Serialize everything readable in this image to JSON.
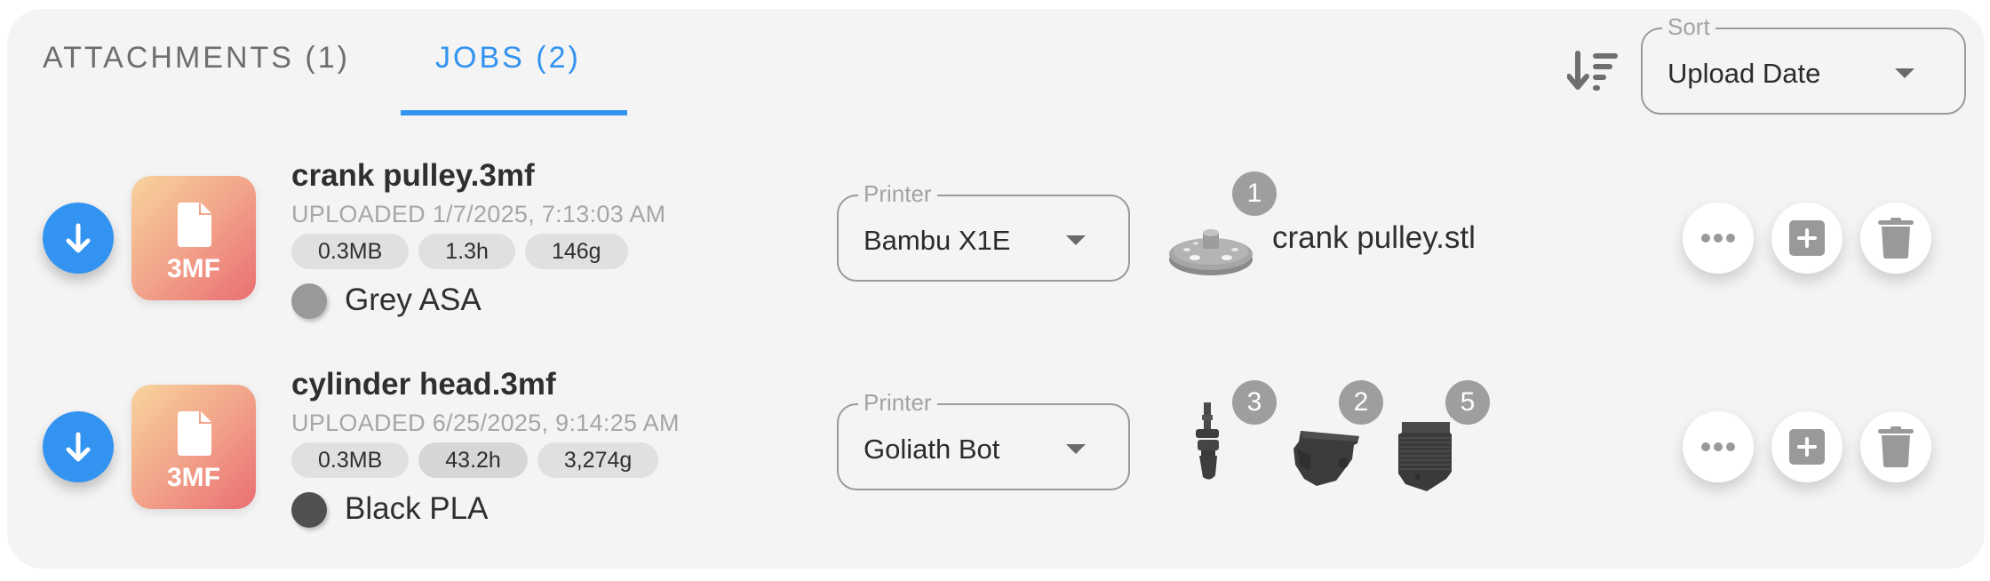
{
  "tabs": [
    {
      "label": "ATTACHMENTS (1)",
      "active": false
    },
    {
      "label": "JOBS (2)",
      "active": true
    }
  ],
  "colors": {
    "accent": "#3393f0",
    "card_background": "#f4f4f4",
    "chip_background": "#e0e0e0",
    "badge_background": "#9e9e9e",
    "icon_grey": "#999999",
    "file_tile_gradient": [
      "#f8d49e",
      "#f2a48a",
      "#ea6e72"
    ]
  },
  "sort": {
    "icon": "sort-descending-icon",
    "label": "Sort",
    "value": "Upload Date"
  },
  "jobs": [
    {
      "file_type": "3MF",
      "title": "crank pulley.3mf",
      "uploaded": "UPLOADED 1/7/2025, 7:13:03 AM",
      "chips": [
        "0.3MB",
        "1.3h",
        "146g"
      ],
      "material": {
        "name": "Grey ASA",
        "color": "#999999"
      },
      "printer": {
        "label": "Printer",
        "value": "Bambu X1E"
      },
      "parts": [
        {
          "name": "crank pulley.stl",
          "count": "1",
          "thumbnail": "crank-pulley-model"
        }
      ],
      "actions": [
        "more-options",
        "add-to-queue",
        "delete"
      ]
    },
    {
      "file_type": "3MF",
      "title": "cylinder head.3mf",
      "uploaded": "UPLOADED 6/25/2025, 9:14:25 AM",
      "chips": [
        "0.3MB",
        "43.2h",
        "3,274g"
      ],
      "material": {
        "name": "Black PLA",
        "color": "#505050"
      },
      "printer": {
        "label": "Printer",
        "value": "Goliath Bot"
      },
      "parts": [
        {
          "count": "3",
          "thumbnail": "crankshaft-model"
        },
        {
          "count": "2",
          "thumbnail": "cylinder-head-model"
        },
        {
          "count": "5",
          "thumbnail": "cylinder-model"
        }
      ],
      "actions": [
        "more-options",
        "add-to-queue",
        "delete"
      ]
    }
  ]
}
